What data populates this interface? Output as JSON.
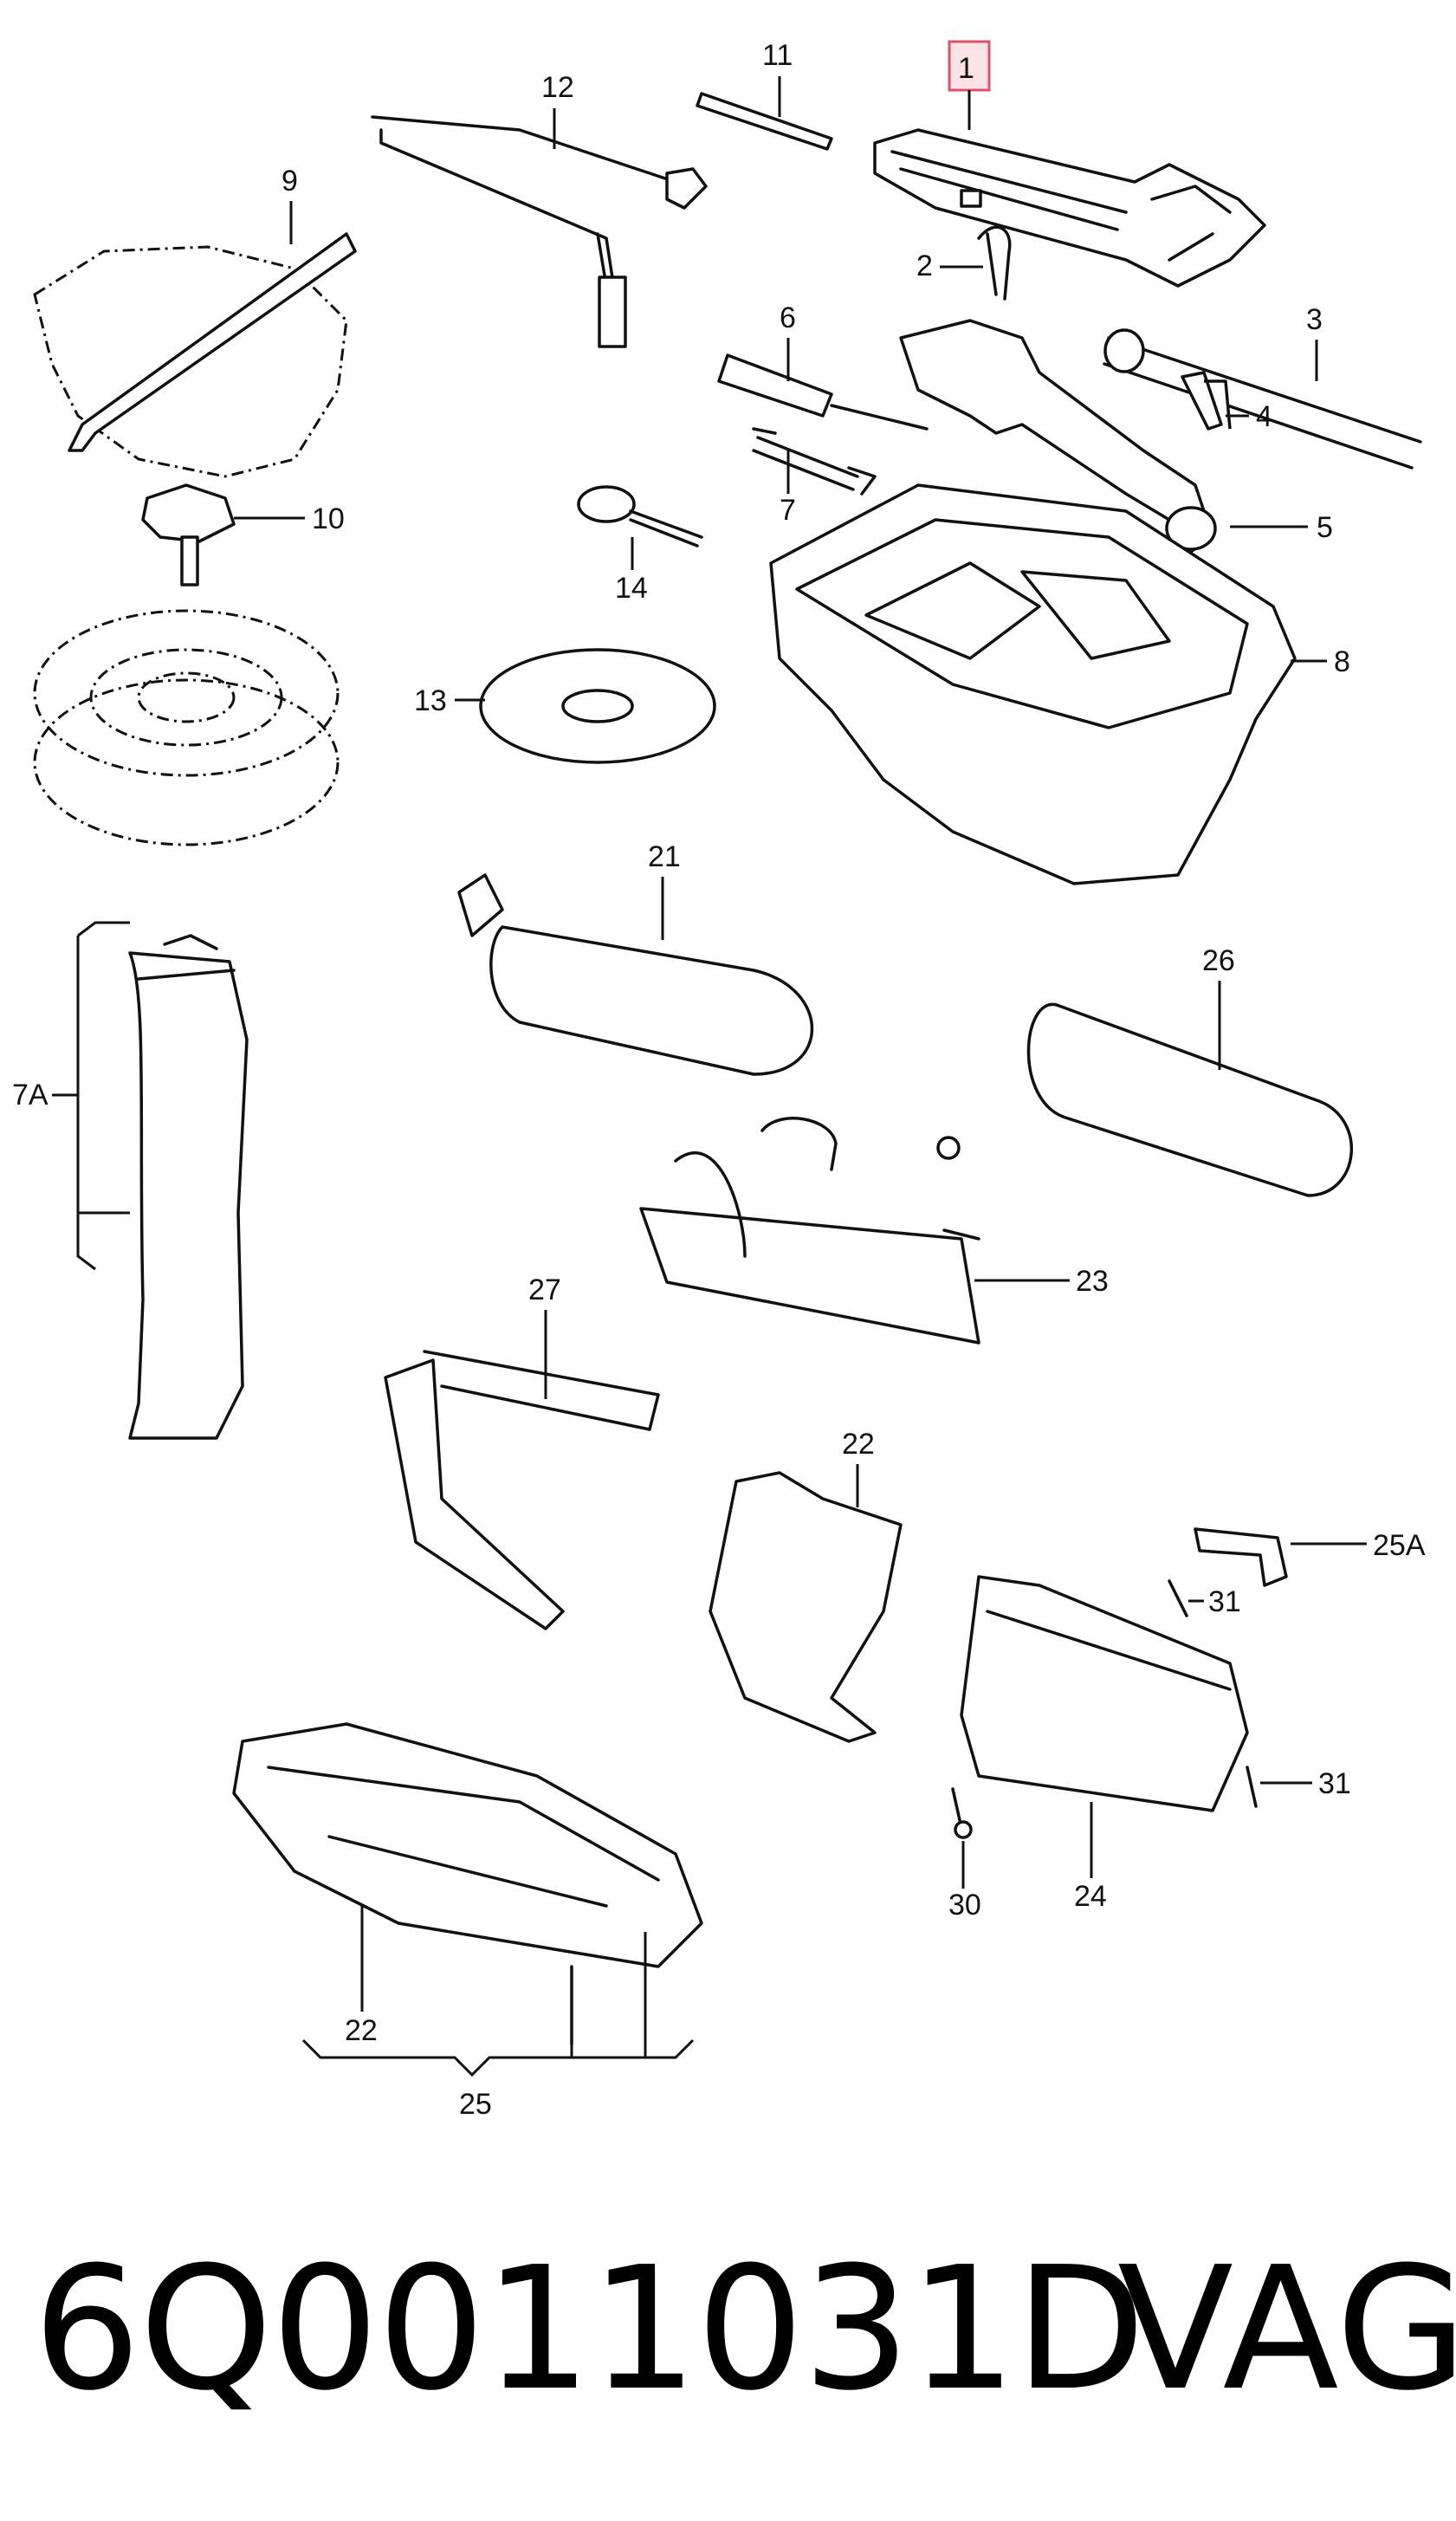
{
  "labels": {
    "l1": "1",
    "l2": "2",
    "l3": "3",
    "l4": "4",
    "l5": "5",
    "l6": "6",
    "l7": "7",
    "l7a": "7A",
    "l8": "8",
    "l9": "9",
    "l10": "10",
    "l11": "11",
    "l12": "12",
    "l13": "13",
    "l14": "14",
    "l21": "21",
    "l22a": "22",
    "l22b": "22",
    "l23": "23",
    "l24": "24",
    "l25": "25",
    "l25a": "25A",
    "l26": "26",
    "l27": "27",
    "l30": "30",
    "l31a": "31",
    "l31b": "31"
  },
  "highlighted_label": "1",
  "footer": {
    "part_number": "6Q0011031D",
    "brand": "VAG"
  },
  "colors": {
    "highlight_fill": "#fde3e6",
    "highlight_border": "#d9536a",
    "line": "#111111"
  }
}
